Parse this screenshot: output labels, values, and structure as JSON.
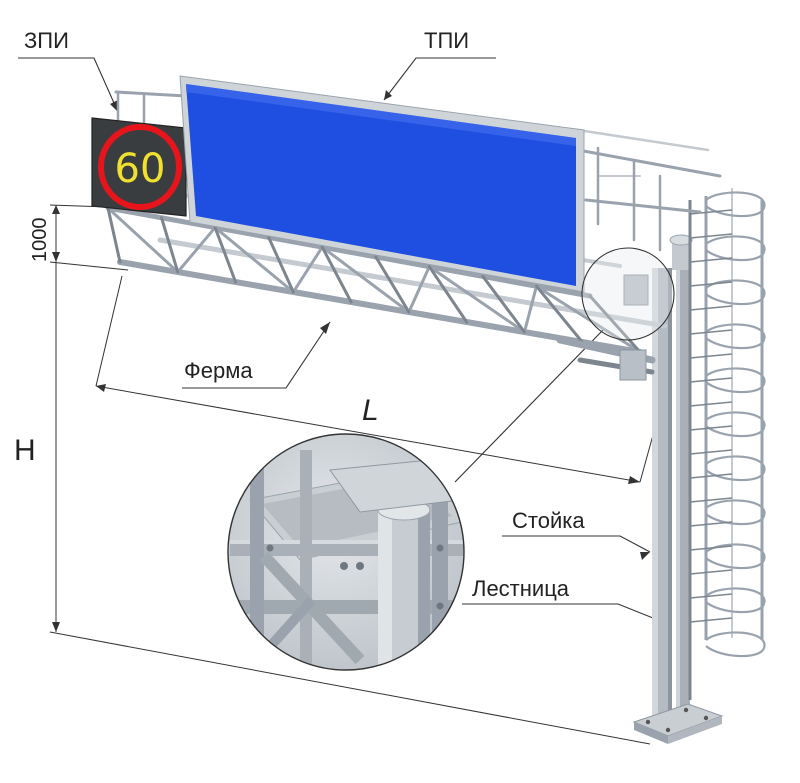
{
  "labels": {
    "speed_sign_abbr": "ЗПИ",
    "board_abbr": "ТПИ",
    "truss": "Ферма",
    "span": "L",
    "height": "H",
    "truss_depth": "1000",
    "post": "Стойка",
    "ladder": "Лестница"
  },
  "speed_sign": {
    "value": "60",
    "ring_color": "#e8141c",
    "digit_color": "#f0e030",
    "panel_color": "#3a3d40"
  },
  "board": {
    "color": "#1f4fe0"
  }
}
